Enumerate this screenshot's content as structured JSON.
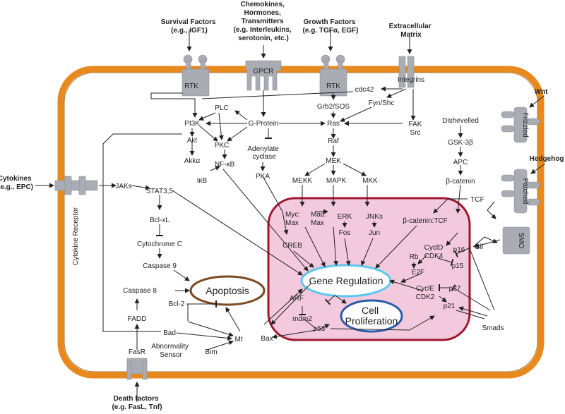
{
  "external": {
    "survival": [
      "Survival Factors",
      "(e.g., IGF1)"
    ],
    "chemokines": [
      "Chemokines,",
      "Hormones,",
      "Transmitters",
      "(e.g. Interleukins,",
      "serotonin, etc.)"
    ],
    "growth": [
      "Growth Factors",
      "(e.g. TGFα, EGF)"
    ],
    "ecm": [
      "Extracellular",
      "Matrix"
    ],
    "wnt": "Wnt",
    "hedgehog": "Hedgehog",
    "cytokines": [
      "Cytokines",
      "(e.g., EPC)"
    ],
    "death": [
      "Death factors",
      "(e.g. FasL, Tnf)"
    ]
  },
  "receptors": {
    "rtk1": "RTK",
    "gpcr": "GPCR",
    "rtk2": "RTK",
    "integrins": "Integrins",
    "frizzled": "Frizzled",
    "patched": "Patched",
    "smo": "SMO",
    "cytokine_receptor": "Cytokine Receptor",
    "fasr": "FasR"
  },
  "nodes": {
    "cdc42": "cdc42",
    "grb2": "Grb2/SOS",
    "fyn": "Fyn/Shc",
    "fak": "FAK",
    "src": "Src",
    "plc": "PLC",
    "pi3k": "PI3K",
    "gprotein": "G-Protein",
    "ras": "Ras",
    "akt": "Akt",
    "pkc": "PKC",
    "adenylate": [
      "Adenylate",
      "cyclase"
    ],
    "raf": "Raf",
    "akka": "Akkα",
    "nfkb": "NF-κB",
    "ikb": "IκB",
    "pka": "PKA",
    "mek": "MEK",
    "mekk": "MEKK",
    "mapk": "MAPK",
    "mkk": "MKK",
    "jaks": "JAKs",
    "stat": "STAT3,5",
    "bclxl": "Bcl-xL",
    "cytc": "Cytochrome C",
    "casp9": "Caspase 9",
    "casp8": "Caspase 8",
    "fadd": "FADD",
    "bcl2": "Bcl-2",
    "bad": "Bad",
    "mt": "Mt",
    "abnormality": [
      "Abnormality",
      "Sensor"
    ],
    "bim": "Bim",
    "dishevelled": "Dishevelled",
    "gsk": "GSK-3β",
    "apc": "APC",
    "bcatenin": "β-catenin",
    "tcf": "TCF",
    "myc": [
      "Myc:",
      "Max"
    ],
    "mad": [
      "Mad:",
      "Max"
    ],
    "erk": "ERK",
    "fos": "Fos",
    "jnks": "JNKs",
    "jun": "Jun",
    "bcat_tcf": "β-catenin:TCF",
    "creb": "CREB",
    "gli": "Gli",
    "cycld": "CyclD",
    "p16": "p16",
    "rb": "Rb",
    "cdk4": "CDK4",
    "p15": "p15",
    "e2f": "E2F",
    "cycle": "CyclE",
    "p27": "p27",
    "cdk2": "CDK2",
    "p21": "p21",
    "arf": "ARF",
    "mdm2": "mdm2",
    "p53": "p53",
    "bax": "Bax",
    "smads": "Smads"
  },
  "central": {
    "gene_regulation": "Gene Regulation",
    "apoptosis": "Apoptosis",
    "proliferation": [
      "Cell",
      "Proliferation"
    ]
  },
  "colors": {
    "membrane": "#e8891d",
    "nucleus_fill": "#f3c9dd",
    "nucleus_border": "#a0172d",
    "gene_regulation_border": "#5bc8ec",
    "apoptosis_border": "#7a4a1e",
    "proliferation_border": "#2a5da8",
    "receptor": "#a9adb3"
  }
}
